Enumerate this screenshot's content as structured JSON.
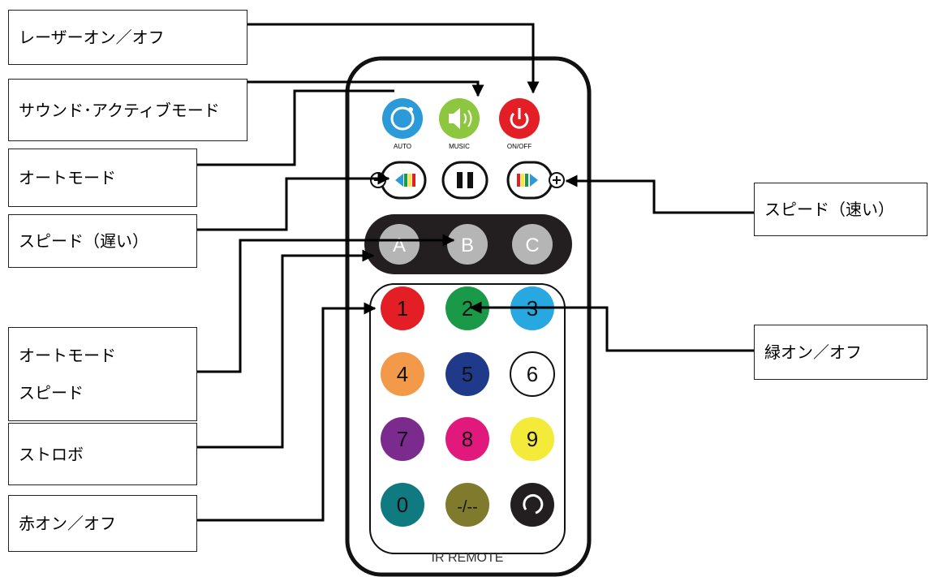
{
  "callouts": {
    "laser": "レーザーオン／オフ",
    "sound": "サウンド･アクティブモード",
    "auto": "オートモード",
    "speed_slow": "スピード（遅い）",
    "speed_fast": "スピード（速い）",
    "auto_speed_line1": "オートモード",
    "auto_speed_line2": "スピード",
    "strobe": "ストロボ",
    "green": "緑オン／オフ",
    "red": "赤オン／オフ"
  },
  "remote": {
    "top_buttons": [
      {
        "caption": "AUTO",
        "color": "#2a9ad8"
      },
      {
        "caption": "MUSIC",
        "color": "#8dc63f"
      },
      {
        "caption": "ON/OFF",
        "color": "#e31e24"
      }
    ],
    "letters": [
      "A",
      "B",
      "C"
    ],
    "keypad": [
      {
        "label": "1",
        "color": "#e31e24"
      },
      {
        "label": "2",
        "color": "#1a9a48"
      },
      {
        "label": "3",
        "color": "#27a8e0"
      },
      {
        "label": "4",
        "color": "#f39a4a"
      },
      {
        "label": "5",
        "color": "#1f3a8a"
      },
      {
        "label": "6",
        "color": "#ffffff"
      },
      {
        "label": "7",
        "color": "#7b2a8e"
      },
      {
        "label": "8",
        "color": "#e2197c"
      },
      {
        "label": "9",
        "color": "#f3ea3a"
      },
      {
        "label": "0",
        "color": "#0f7a80"
      },
      {
        "label": "-/--",
        "color": "#7f7a2c"
      },
      {
        "label": "",
        "color": "#231f20"
      }
    ],
    "footer": "IR REMOTE"
  }
}
